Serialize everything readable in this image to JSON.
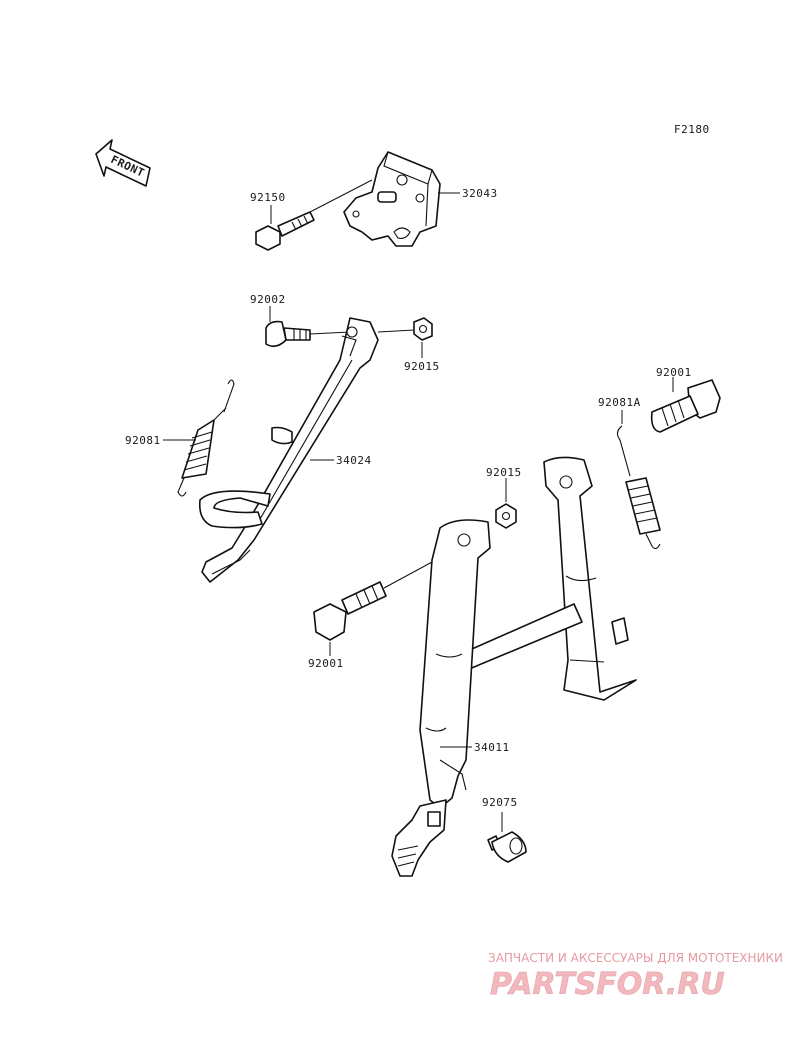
{
  "diagram": {
    "code": "F2180",
    "front_label": "FRONT",
    "callouts": [
      {
        "id": "32043",
        "text": "32043"
      },
      {
        "id": "92150",
        "text": "92150"
      },
      {
        "id": "92002",
        "text": "92002"
      },
      {
        "id": "92015a",
        "text": "92015"
      },
      {
        "id": "92081",
        "text": "92081"
      },
      {
        "id": "34024",
        "text": "34024"
      },
      {
        "id": "92001a",
        "text": "92001"
      },
      {
        "id": "92081A",
        "text": "92081A"
      },
      {
        "id": "92015b",
        "text": "92015"
      },
      {
        "id": "92001b",
        "text": "92001"
      },
      {
        "id": "34011",
        "text": "34011"
      },
      {
        "id": "92075",
        "text": "92075"
      }
    ]
  },
  "watermark": {
    "tagline": "ЗАПЧАСТИ И АКСЕССУАРЫ ДЛЯ МОТОТЕХНИКИ",
    "brand": "PARTSFOR.RU",
    "color": "#e07a82"
  }
}
